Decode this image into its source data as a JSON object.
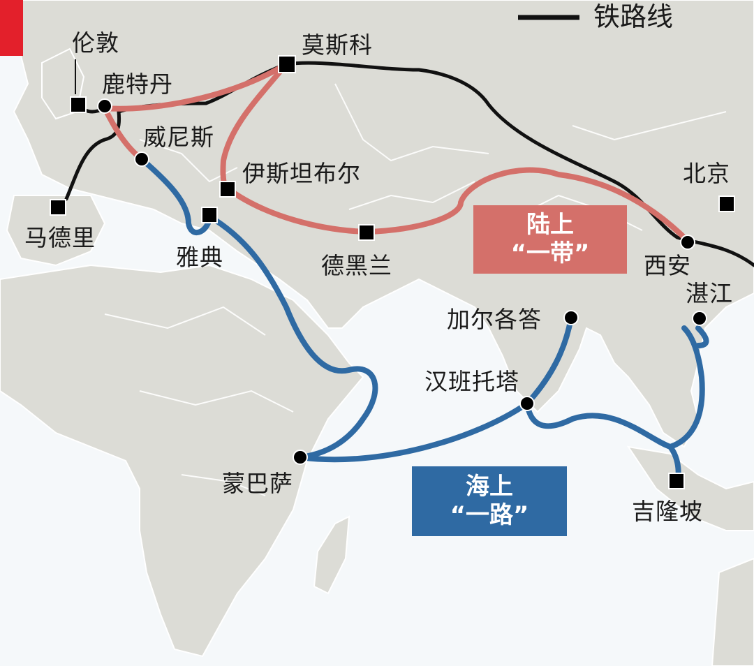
{
  "legend": {
    "railway_label": "铁路线",
    "railway_color": "#111111"
  },
  "land_belt": {
    "line1": "陆上",
    "line2": "“一带”",
    "color": "#d4706a"
  },
  "sea_road": {
    "line1": "海上",
    "line2": "“一路”",
    "color": "#2f6aa3"
  },
  "colors": {
    "land": "#dcdcd6",
    "sea": "#f5f8fa",
    "border": "#ffffff",
    "accent_tab": "#e3202b"
  },
  "cities": {
    "london": "伦敦",
    "rotterdam": "鹿特丹",
    "moscow": "莫斯科",
    "venice": "威尼斯",
    "istanbul": "伊斯坦布尔",
    "madrid": "马德里",
    "athens": "雅典",
    "tehran": "德黑兰",
    "beijing": "北京",
    "xian": "西安",
    "zhanjiang": "湛江",
    "kolkata": "加尔各答",
    "hambantota": "汉班托塔",
    "mombasa": "蒙巴萨",
    "jakarta": "吉隆坡"
  }
}
